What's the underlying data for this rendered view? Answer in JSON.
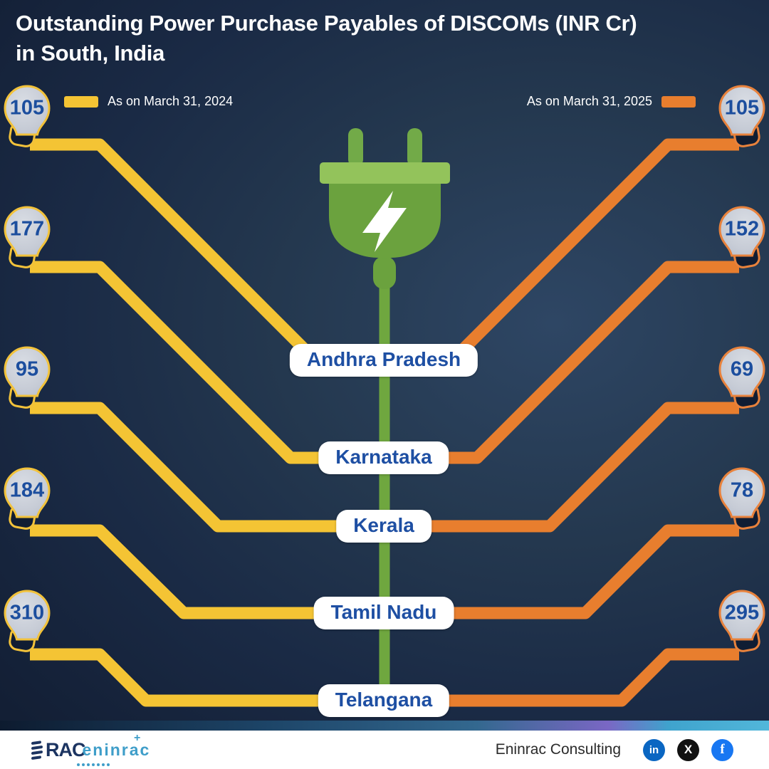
{
  "title": {
    "line1": "Outstanding Power Purchase Payables of DISCOMs (INR Cr)",
    "line2": "in South, India"
  },
  "legend": {
    "left": {
      "label": "As on March 31, 2024",
      "color": "#f4c434"
    },
    "right": {
      "label": "As on March 31, 2025",
      "color": "#e87e2e"
    }
  },
  "rows": [
    {
      "state": "Andhra Pradesh",
      "v2024": "105",
      "v2025": "105"
    },
    {
      "state": "Karnataka",
      "v2024": "177",
      "v2025": "152"
    },
    {
      "state": "Kerala",
      "v2024": "95",
      "v2025": "69"
    },
    {
      "state": "Tamil Nadu",
      "v2024": "184",
      "v2025": "78"
    },
    {
      "state": "Telangana",
      "v2024": "310",
      "v2025": "295"
    }
  ],
  "footer": {
    "brand": "Eninrac Consulting",
    "logo_rac": "RAC",
    "logo_eninrac": "eninrac",
    "logo_plus": "+",
    "social": {
      "linkedin": "in",
      "x": "X",
      "facebook": "f"
    }
  },
  "chart_data": {
    "type": "table",
    "title": "Outstanding Power Purchase Payables of DISCOMs (INR Cr) in South, India",
    "unit": "INR Cr",
    "categories": [
      "Andhra Pradesh",
      "Karnataka",
      "Kerala",
      "Tamil Nadu",
      "Telangana"
    ],
    "series": [
      {
        "name": "As on March 31, 2024",
        "color": "#f4c434",
        "values": [
          105,
          177,
          95,
          184,
          310
        ]
      },
      {
        "name": "As on March 31, 2025",
        "color": "#e87e2e",
        "values": [
          105,
          152,
          69,
          78,
          295
        ]
      }
    ],
    "legend_position": "top",
    "grid": false
  }
}
